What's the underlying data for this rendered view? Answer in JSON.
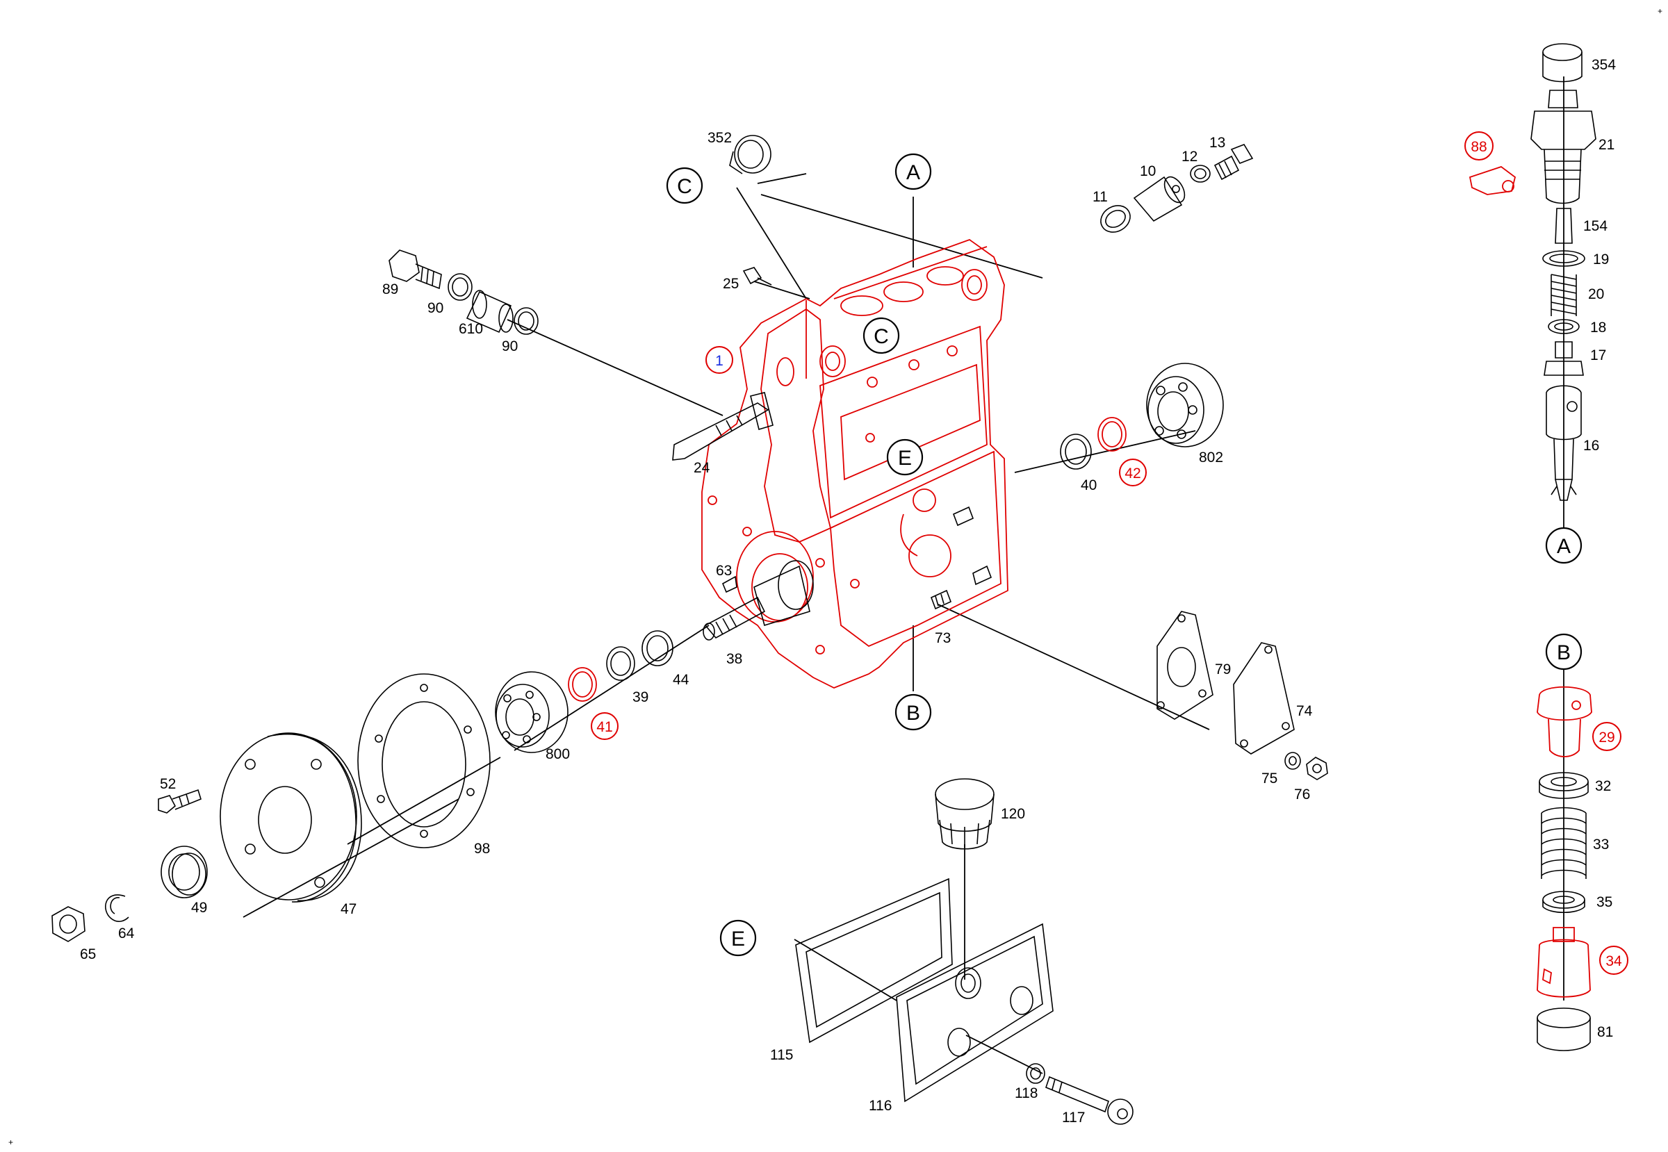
{
  "diagram": {
    "callouts": [
      "A",
      "B",
      "C",
      "E"
    ],
    "parts": {
      "p1": "1",
      "p10": "10",
      "p11": "11",
      "p12": "12",
      "p13": "13",
      "p16": "16",
      "p17": "17",
      "p18": "18",
      "p19": "19",
      "p20": "20",
      "p21": "21",
      "p24": "24",
      "p25": "25",
      "p29": "29",
      "p32": "32",
      "p33": "33",
      "p34": "34",
      "p35": "35",
      "p38": "38",
      "p39": "39",
      "p40": "40",
      "p41": "41",
      "p42": "42",
      "p44": "44",
      "p47": "47",
      "p49": "49",
      "p52": "52",
      "p63": "63",
      "p64": "64",
      "p65": "65",
      "p73": "73",
      "p74": "74",
      "p75": "75",
      "p76": "76",
      "p79": "79",
      "p81": "81",
      "p88": "88",
      "p89": "89",
      "p90a": "90",
      "p90b": "90",
      "p98": "98",
      "p115": "115",
      "p116": "116",
      "p117": "117",
      "p118": "118",
      "p120": "120",
      "p154": "154",
      "p352": "352",
      "p354": "354",
      "p610": "610",
      "p800": "800",
      "p802": "802"
    },
    "colors": {
      "highlight": "#e00000",
      "selected": "#1a2ee0",
      "line": "#000000"
    }
  }
}
